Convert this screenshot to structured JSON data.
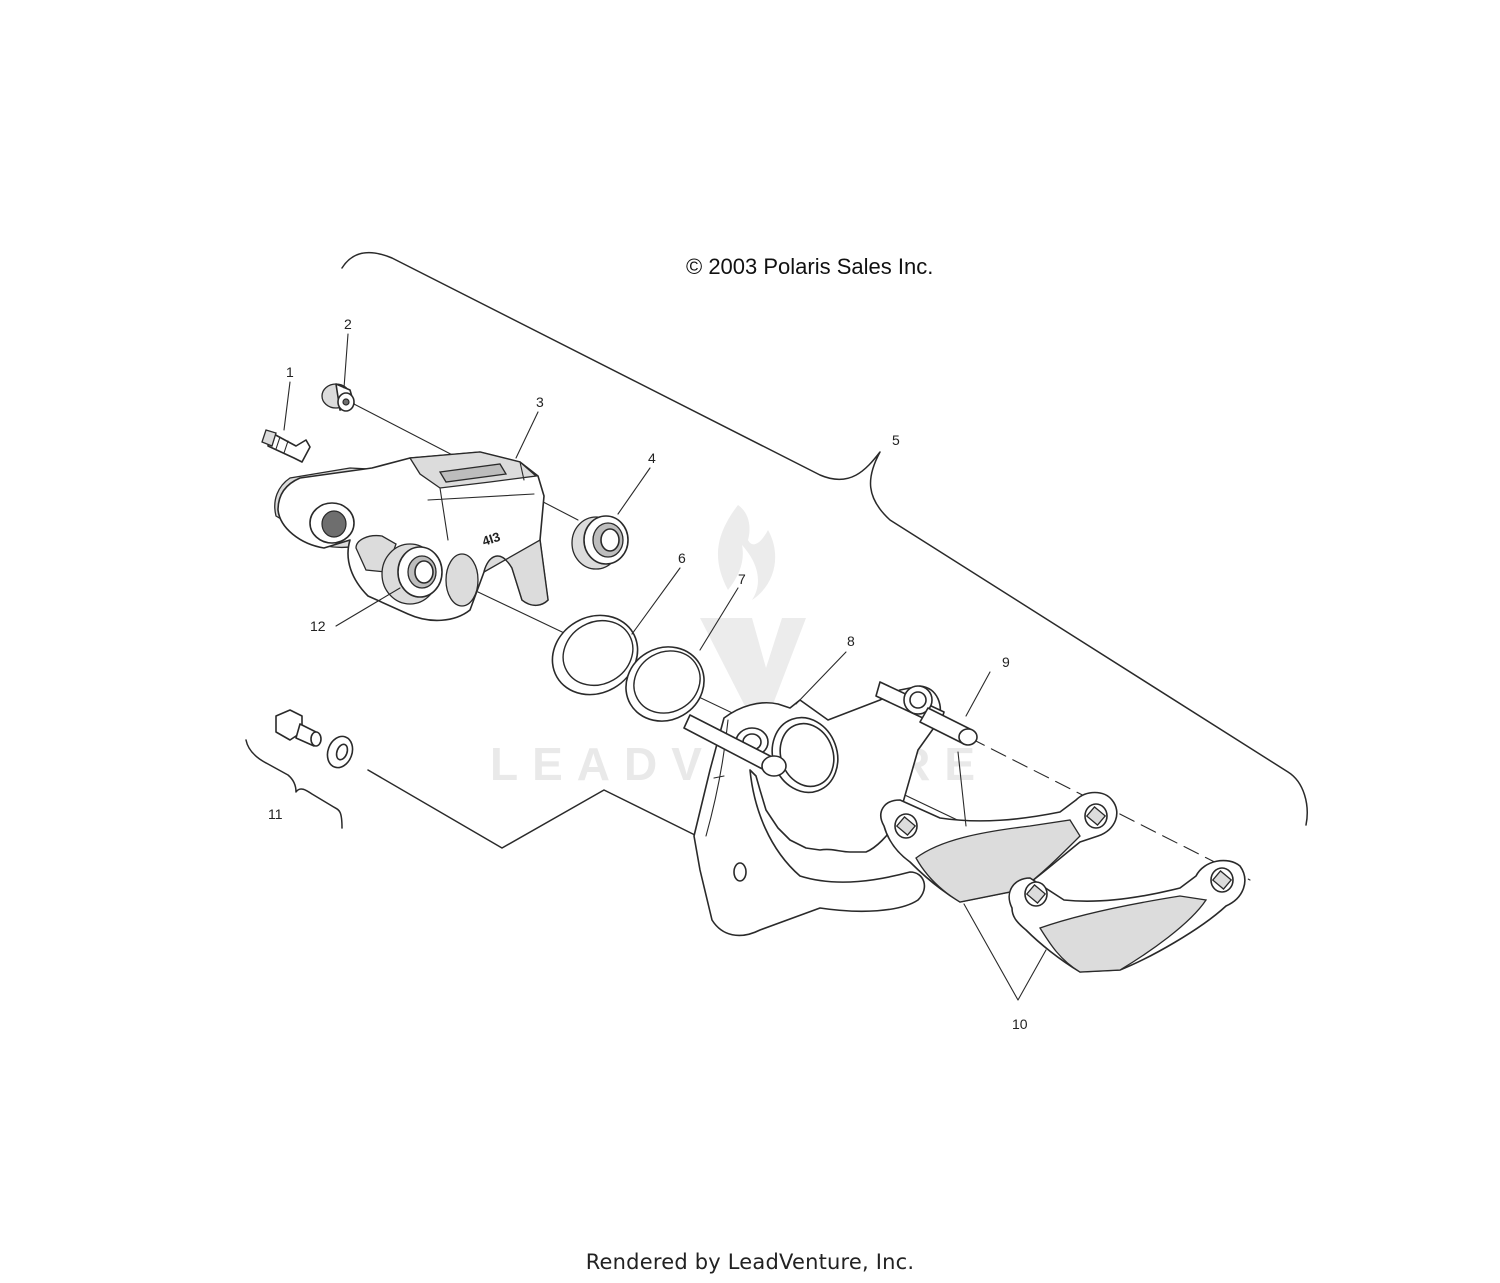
{
  "copyright": "© 2003 Polaris Sales Inc.",
  "footer": "Rendered by LeadVenture, Inc.",
  "watermark": {
    "text": "LEADVENTURE"
  },
  "caliper_marking": "4I3",
  "callouts": {
    "c1": "1",
    "c2": "2",
    "c3": "3",
    "c4": "4",
    "c5": "5",
    "c6": "6",
    "c7": "7",
    "c8": "8",
    "c9": "9",
    "c10": "10",
    "c11": "11",
    "c12": "12"
  },
  "colors": {
    "line": "#2a2a2a",
    "shade": "#dcdcdc",
    "watermark": "#e9e9e9"
  }
}
